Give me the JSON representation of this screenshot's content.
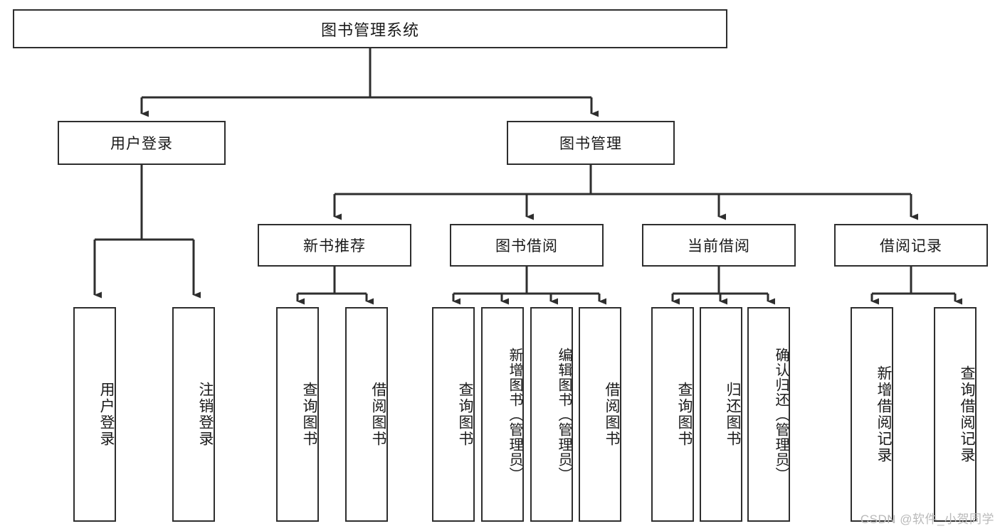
{
  "diagram": {
    "type": "tree",
    "title": "图书管理系统",
    "watermark": "CSDN @软件_小贺同学",
    "colors": {
      "box_border": "#2e2e2e",
      "box_fill": "#ffffff",
      "connector": "#2e2e2e",
      "text": "#1a1a1a",
      "watermark": "#b9b9b9"
    },
    "root": {
      "label": "图书管理系统"
    },
    "level2": [
      {
        "label": "用户登录"
      },
      {
        "label": "图书管理"
      }
    ],
    "level3": [
      {
        "label": "新书推荐"
      },
      {
        "label": "图书借阅"
      },
      {
        "label": "当前借阅"
      },
      {
        "label": "借阅记录"
      }
    ],
    "leaves": {
      "user_login": [
        {
          "label": "用户登录"
        },
        {
          "label": "注销登录"
        }
      ],
      "new_book_recommend": [
        {
          "label": "查询图书"
        },
        {
          "label": "借阅图书"
        }
      ],
      "book_borrow": [
        {
          "label": "查询图书"
        },
        {
          "label": "新增图书（管理员）"
        },
        {
          "label": "编辑图书（管理员）"
        },
        {
          "label": "借阅图书"
        }
      ],
      "current_borrow": [
        {
          "label": "查询图书"
        },
        {
          "label": "归还图书"
        },
        {
          "label": "确认归还（管理员）"
        }
      ],
      "borrow_record": [
        {
          "label": "新增借阅记录"
        },
        {
          "label": "查询借阅记录"
        }
      ]
    }
  }
}
